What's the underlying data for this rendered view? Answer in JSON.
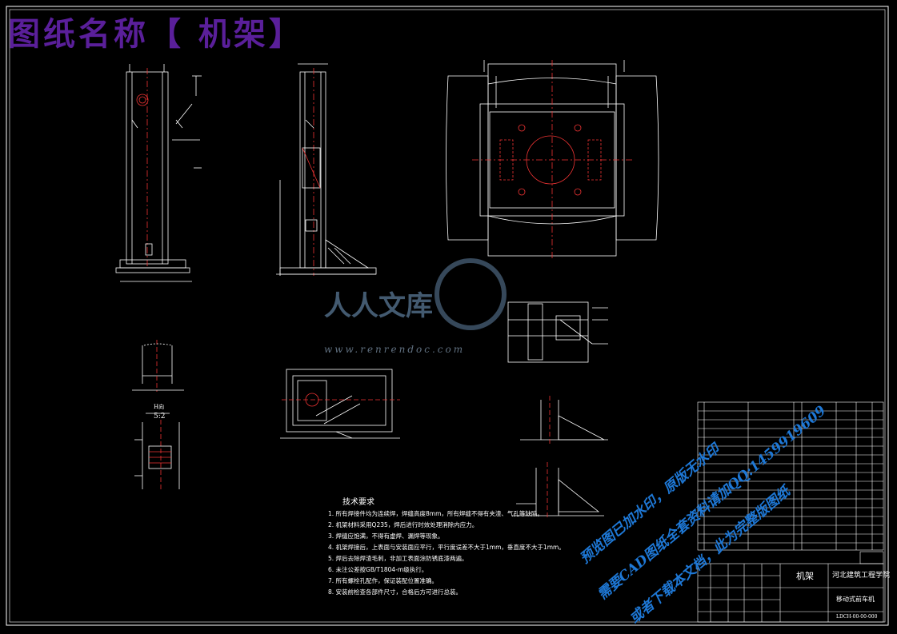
{
  "drawing": {
    "title": "图纸名称【 机架】",
    "watermark_logo": "人人文库",
    "watermark_url": "www.renrendoc.com",
    "promo_lines": [
      "预览图已加水印，原版无水印",
      "需要CAD图纸全套资料请加QQ:1459919609",
      "或者下载本文档，此为完整版图纸"
    ],
    "tech_requirements": {
      "title": "技术要求",
      "items": [
        "1. 所有焊接件均为连续焊，焊缝高度8mm，所有焊缝不得有夹渣、气孔等缺陷。",
        "2. 机架材料采用Q235，焊后进行时效处理消除内应力。",
        "3. 焊缝应饱满，不得有虚焊、漏焊等现象。",
        "4. 机架焊接后，上表面与安装面应平行，平行度误差不大于1mm，垂直度不大于1mm。",
        "5. 焊后去除焊渣毛刺，非加工表面涂防锈底漆两遍。",
        "6. 未注公差按GB/T1804-m级执行。",
        "7. 所有螺栓孔配作，保证装配位置准确。",
        "8. 安装前检查各部件尺寸，合格后方可进行总装。"
      ]
    },
    "detail_label": "H向",
    "detail_scale": "5:2",
    "title_block": {
      "part_name": "机架",
      "school": "河北建筑工程学院",
      "product": "移动式前车机",
      "drawing_no": "LDCH-00-00-000"
    }
  }
}
